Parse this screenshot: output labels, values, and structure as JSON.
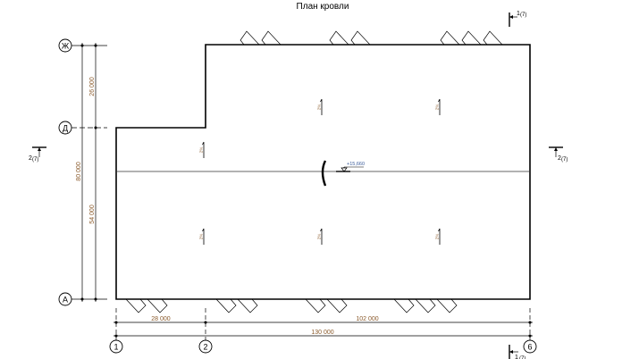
{
  "title": "План кровли",
  "axes": {
    "rows": [
      "Ж",
      "Д",
      "А"
    ],
    "columns": [
      "1",
      "2",
      "6"
    ]
  },
  "dimensions": {
    "vertical_total": "80 000",
    "vertical_upper": "26 000",
    "vertical_lower": "54 000",
    "horizontal_left": "28 000",
    "horizontal_right": "102 000",
    "horizontal_total": "130 000"
  },
  "elevation": "+15,660",
  "slope_label": "2%",
  "sections": {
    "section_1": {
      "number": "1",
      "sheet": "(7)"
    },
    "section_2": {
      "number": "2",
      "sheet": "(7)"
    }
  },
  "colors": {
    "line": "#000000",
    "dimension_text": "#8a5a2b",
    "elevation_text": "#3a5a9a"
  }
}
